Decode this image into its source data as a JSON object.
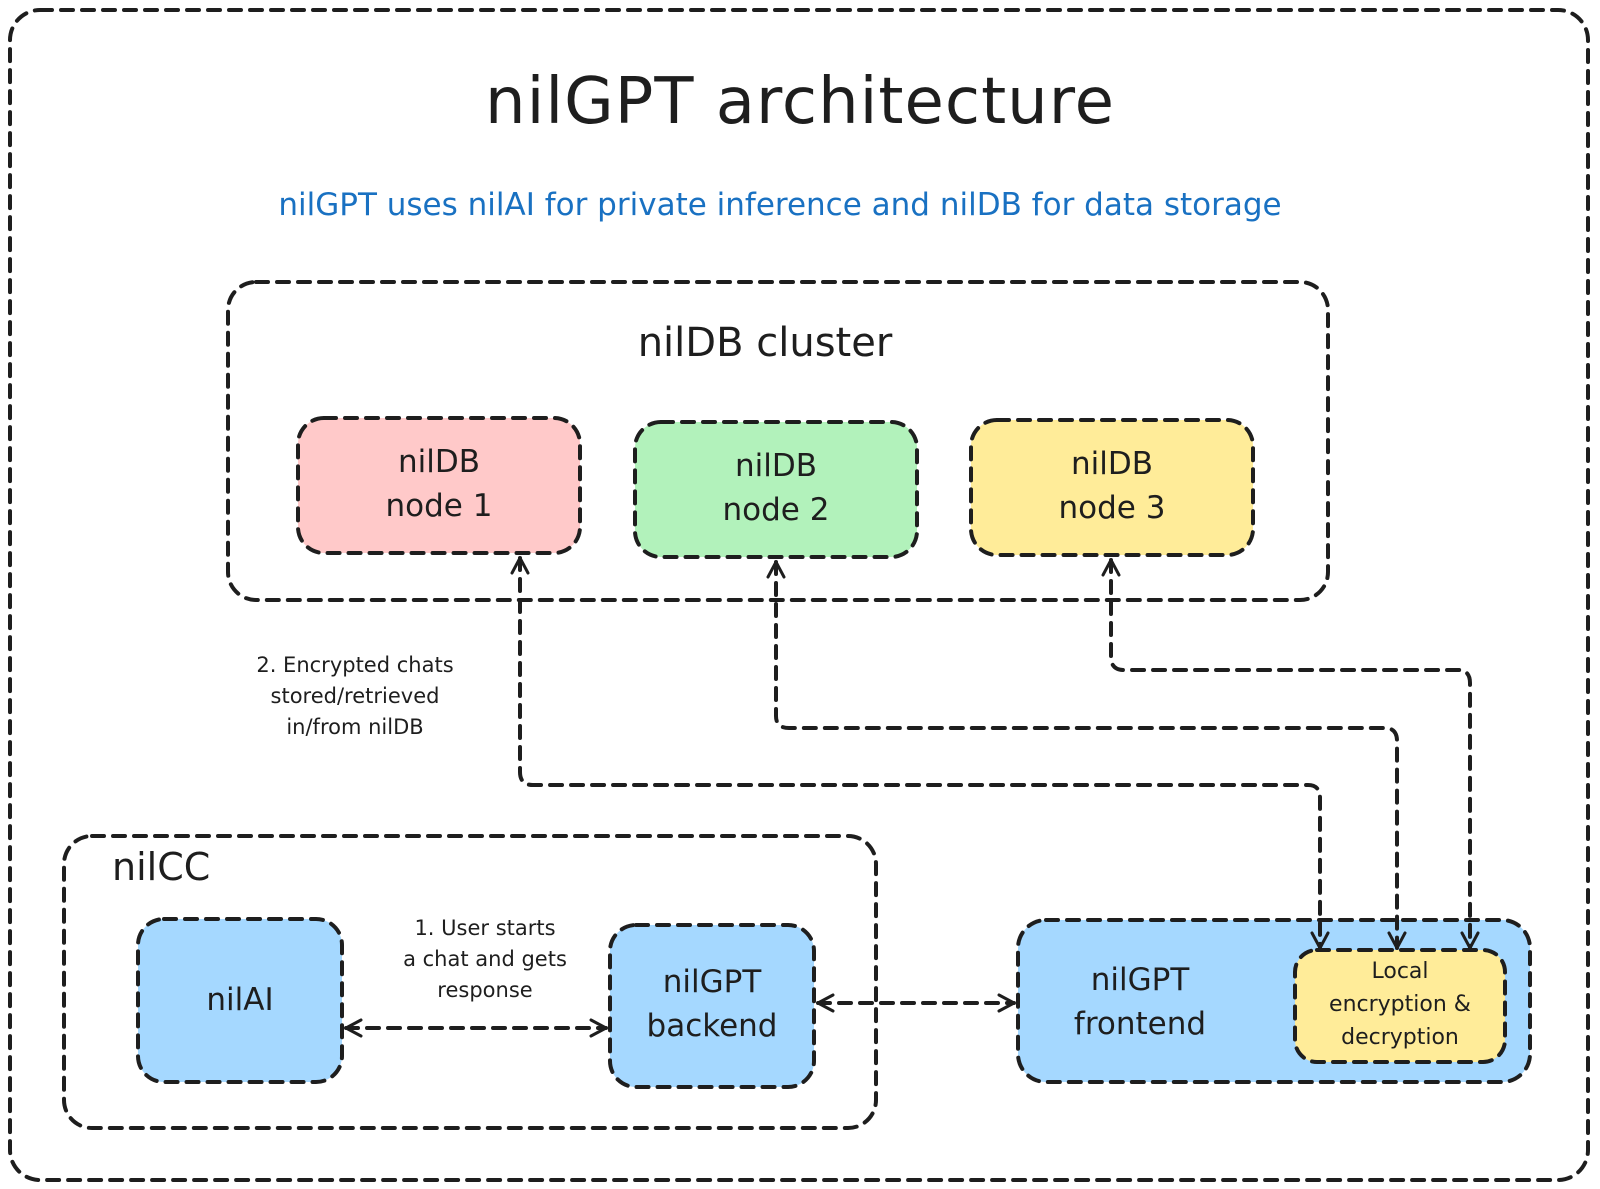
{
  "title": "nilGPT architecture",
  "subtitle": "nilGPT uses nilAI for private inference and nilDB for data storage",
  "colors": {
    "stroke": "#1e1e1e",
    "subtitle": "#1971c2",
    "node1_fill": "#ffc9c9",
    "node2_fill": "#b2f2bb",
    "node3_fill": "#ffec99",
    "blue_fill": "#a5d8ff",
    "local_fill": "#ffec99"
  },
  "nildb_cluster": {
    "label": "nilDB cluster",
    "nodes": [
      {
        "line1": "nilDB",
        "line2": "node 1"
      },
      {
        "line1": "nilDB",
        "line2": "node 2"
      },
      {
        "line1": "nilDB",
        "line2": "node 3"
      }
    ]
  },
  "nilcc": {
    "label": "nilCC",
    "nilai": "nilAI",
    "backend": {
      "line1": "nilGPT",
      "line2": "backend"
    }
  },
  "frontend": {
    "line1": "nilGPT",
    "line2": "frontend",
    "local": {
      "line1": "Local",
      "line2": "encryption &",
      "line3": "decryption"
    }
  },
  "notes": {
    "step1": {
      "line1": "1. User starts",
      "line2": "a chat and gets",
      "line3": "response"
    },
    "step2": {
      "line1": "2. Encrypted chats",
      "line2": "stored/retrieved",
      "line3": "in/from nilDB"
    }
  }
}
